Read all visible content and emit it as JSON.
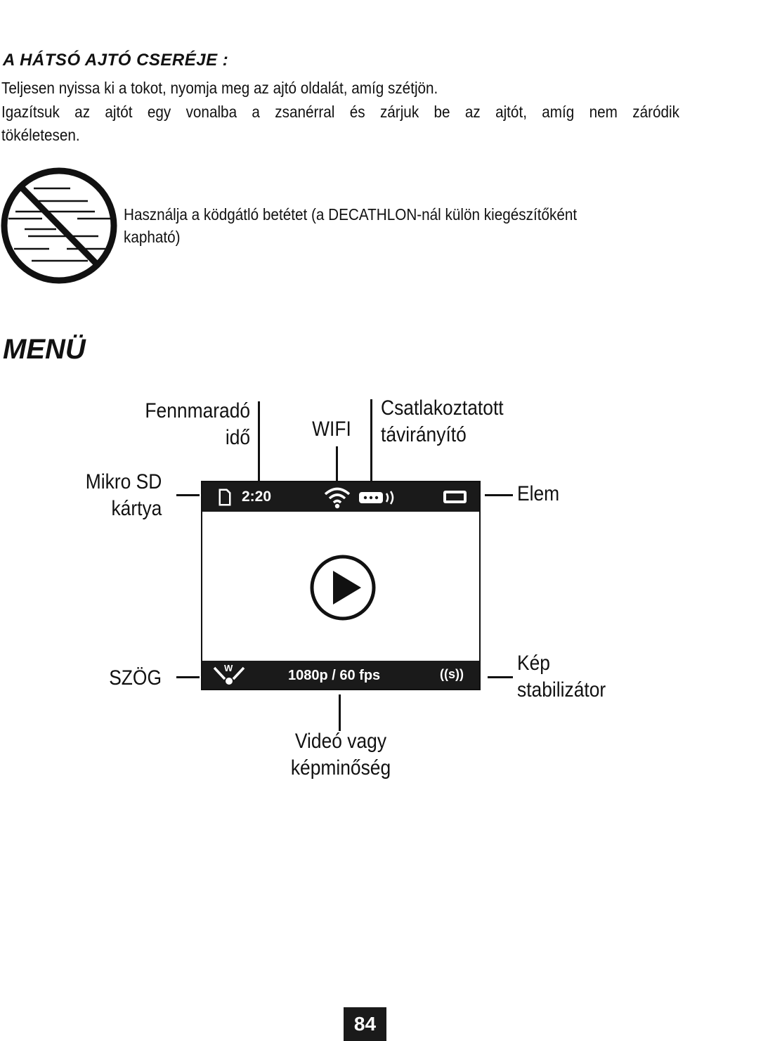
{
  "section": {
    "title": "A HÁTSÓ AJTÓ CSERÉJE :",
    "line1": "Teljesen nyissa ki a tokot, nyomja meg az ajtó oldalát, amíg szétjön.",
    "line2": "Igazítsuk az ajtót egy vonalba a zsanérral és zárjuk be az ajtót, amíg nem záródik",
    "line3": "tökéletesen."
  },
  "fog_note": {
    "line1": "Használja a ködgátló betétet (a DECATHLON-nál külön kiegészítőként",
    "line2": "kapható)"
  },
  "menu": {
    "title": "MENÜ",
    "labels": {
      "remaining_time_1": "Fennmaradó",
      "remaining_time_2": "idő",
      "wifi": "WIFI",
      "remote_1": "Csatlakoztatott",
      "remote_2": "távirányító",
      "sd_1": "Mikro SD",
      "sd_2": "kártya",
      "battery": "Elem",
      "angle": "SZÖG",
      "stab_1": "Kép",
      "stab_2": "stabilizátor",
      "quality_1": "Videó vagy",
      "quality_2": "képminőség"
    },
    "screen": {
      "time": "2:20",
      "resolution": "1080p / 60 fps",
      "stab_badge": "((s))",
      "angle_badge": "W"
    }
  },
  "page_number": "84"
}
